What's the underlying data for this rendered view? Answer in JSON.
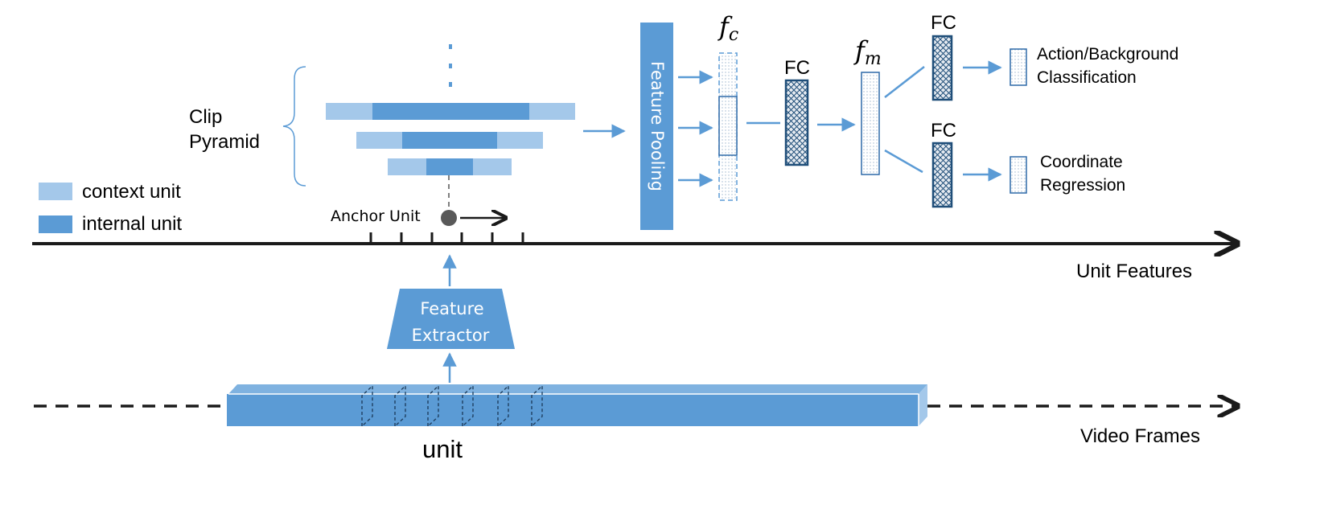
{
  "colors": {
    "internal": "#5b9bd5",
    "context": "#a4c8ea",
    "arrow": "#5b9bd5",
    "dark_border": "#1f4e79",
    "axis": "#1a1a1a",
    "hatch_fill": "#e8eef5"
  },
  "legend": {
    "context_label": "context unit",
    "internal_label": "internal unit"
  },
  "pyramid": {
    "label_line1": "Clip",
    "label_line2": "Pyramid",
    "ellipsis": "⋮"
  },
  "anchor": {
    "label": "Anchor Unit"
  },
  "axes": {
    "unit_features": "Unit Features",
    "video_frames": "Video Frames"
  },
  "extractor": {
    "line1": "Feature",
    "line2": "Extractor"
  },
  "unit_label": "unit",
  "pooling": {
    "label": "Feature Pooling"
  },
  "features": {
    "fc_name": "f",
    "fc_sub": "c",
    "fm_name": "f",
    "fm_sub": "m"
  },
  "layers": {
    "fc1": "FC",
    "fc2": "FC",
    "fc3": "FC"
  },
  "outputs": {
    "cls_line1": "Action/Background",
    "cls_line2": "Classification",
    "reg_line1": "Coordinate",
    "reg_line2": "Regression"
  }
}
